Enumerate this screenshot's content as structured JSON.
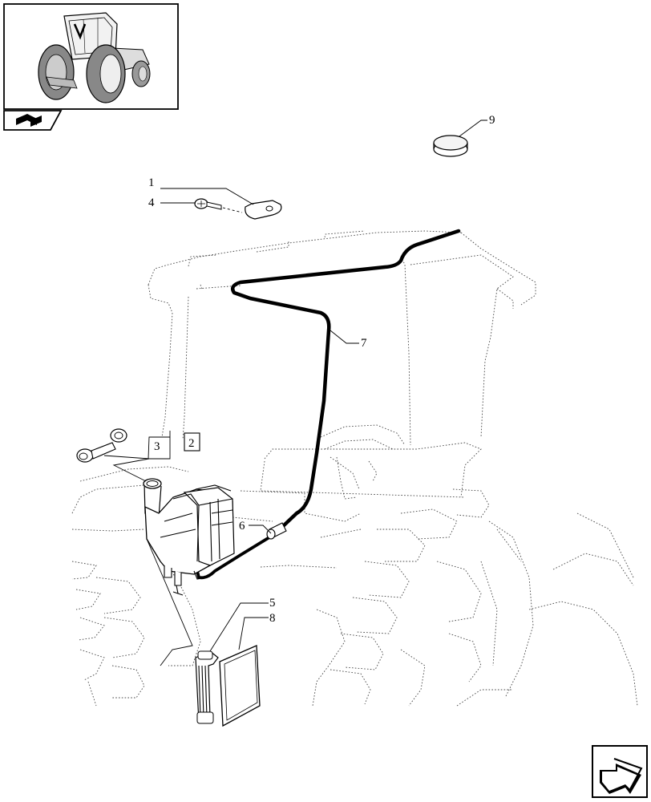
{
  "diagram": {
    "thumbnail": {
      "icon": "tractor-thumbnail-icon"
    },
    "book_tab": {
      "icon": "book-tab-icon"
    },
    "next_page": {
      "icon": "next-page-arrow-icon"
    },
    "callouts": [
      {
        "id": "c1",
        "label": "1"
      },
      {
        "id": "c4",
        "label": "4"
      },
      {
        "id": "c9",
        "label": "9"
      },
      {
        "id": "c7",
        "label": "7"
      },
      {
        "id": "c3",
        "label": "3"
      },
      {
        "id": "c2",
        "label": "2"
      },
      {
        "id": "c6",
        "label": "6"
      },
      {
        "id": "c5",
        "label": "5"
      },
      {
        "id": "c8",
        "label": "8"
      }
    ]
  }
}
